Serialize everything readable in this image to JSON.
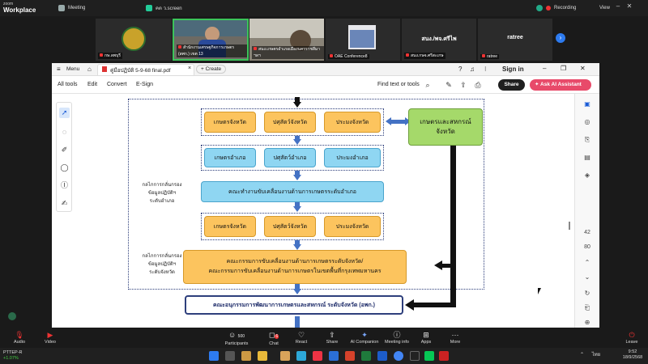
{
  "zoom_top": {
    "logo_small": "zoom",
    "logo_big": "Workplace",
    "tab_meeting": "Meeting",
    "tab_screen": "คต ว.screen",
    "recording": "Recording",
    "view": "View"
  },
  "thumbnails": [
    {
      "name": "กษ.ลพบุรี"
    },
    {
      "name": "สำนักงานเศรษฐกิจการเกษตร (สศก.) เขต 13"
    },
    {
      "name": "สนง.เกษตรอำเภอเมืองนครราชสีมา ฯลฯ"
    },
    {
      "name": "OAE Conference8"
    },
    {
      "name": "สนง.กษจ.ศรีสะเกษ",
      "label_top": "สนง./พจ.ศรีไพ"
    },
    {
      "name": "ratree",
      "label_top": "ratree"
    }
  ],
  "acrobat": {
    "menu": "Menu",
    "tab_title": "คู่มือปฏิบัติ 5-9-68 final.pdf",
    "create": "Create",
    "sign_in": "Sign in",
    "menu_items": [
      "All tools",
      "Edit",
      "Convert",
      "E-Sign"
    ],
    "search": "Find text or tools",
    "share": "Share",
    "ai_assistant": "Ask AI Assistant",
    "zoom_value": "42",
    "page_value": "80"
  },
  "flow": {
    "row1": [
      "เกษตรจังหวัด",
      "ปศุสัตว์จังหวัด",
      "ประมงจังหวัด"
    ],
    "row2": [
      "เกษตรอำเภอ",
      "ปศุสัตว์อำเภอ",
      "ประมงอำเภอ"
    ],
    "district_committee": "คณะทำงานขับเคลื่อนงานด้านการเกษตรระดับอำเภอ",
    "row3": [
      "เกษตรจังหวัด",
      "ปศุสัตว์จังหวัด",
      "ประมงจังหวัด"
    ],
    "prov_committee_1": "คณะกรรมการขับเคลื่อนงานด้านการเกษตรระดับจังหวัด/",
    "prov_committee_2": "คณะกรรมการขับเคลื่อนงานด้านการเกษตรในเขตพื้นที่กรุงเทพมหานคร",
    "green_box_1": "เกษตรและสหกรณ์",
    "green_box_2": "จังหวัด",
    "side_district_1": "กลไกการกลั่นกรอง",
    "side_district_2": "ข้อมูลปฏิบัติฯ",
    "side_district_3": "ระดับอำเภอ",
    "side_prov_1": "กลไกการกลั่นกรอง",
    "side_prov_2": "ข้อมูลปฏิบัติฯ",
    "side_prov_3": "ระดับจังหวัด",
    "subcommittee": "คณะอนุกรรมการพัฒนาการเกษตรและสหกรณ์ ระดับจังหวัด (อพก.)"
  },
  "zoom_bottom": {
    "audio": "Audio",
    "video": "Video",
    "participants": "Participants",
    "participants_count": "500",
    "chat": "Chat",
    "chat_badge": "6",
    "react": "React",
    "share": "Share",
    "ai_companion": "AI Companion",
    "meeting_info": "Meeting info",
    "apps": "Apps",
    "more": "More",
    "leave": "Leave"
  },
  "taskbar": {
    "stock_name": "PTTEP-R",
    "stock_change": "+1.07%",
    "lang": "ไทย",
    "time": "9:52",
    "date": "18/9/2568"
  }
}
